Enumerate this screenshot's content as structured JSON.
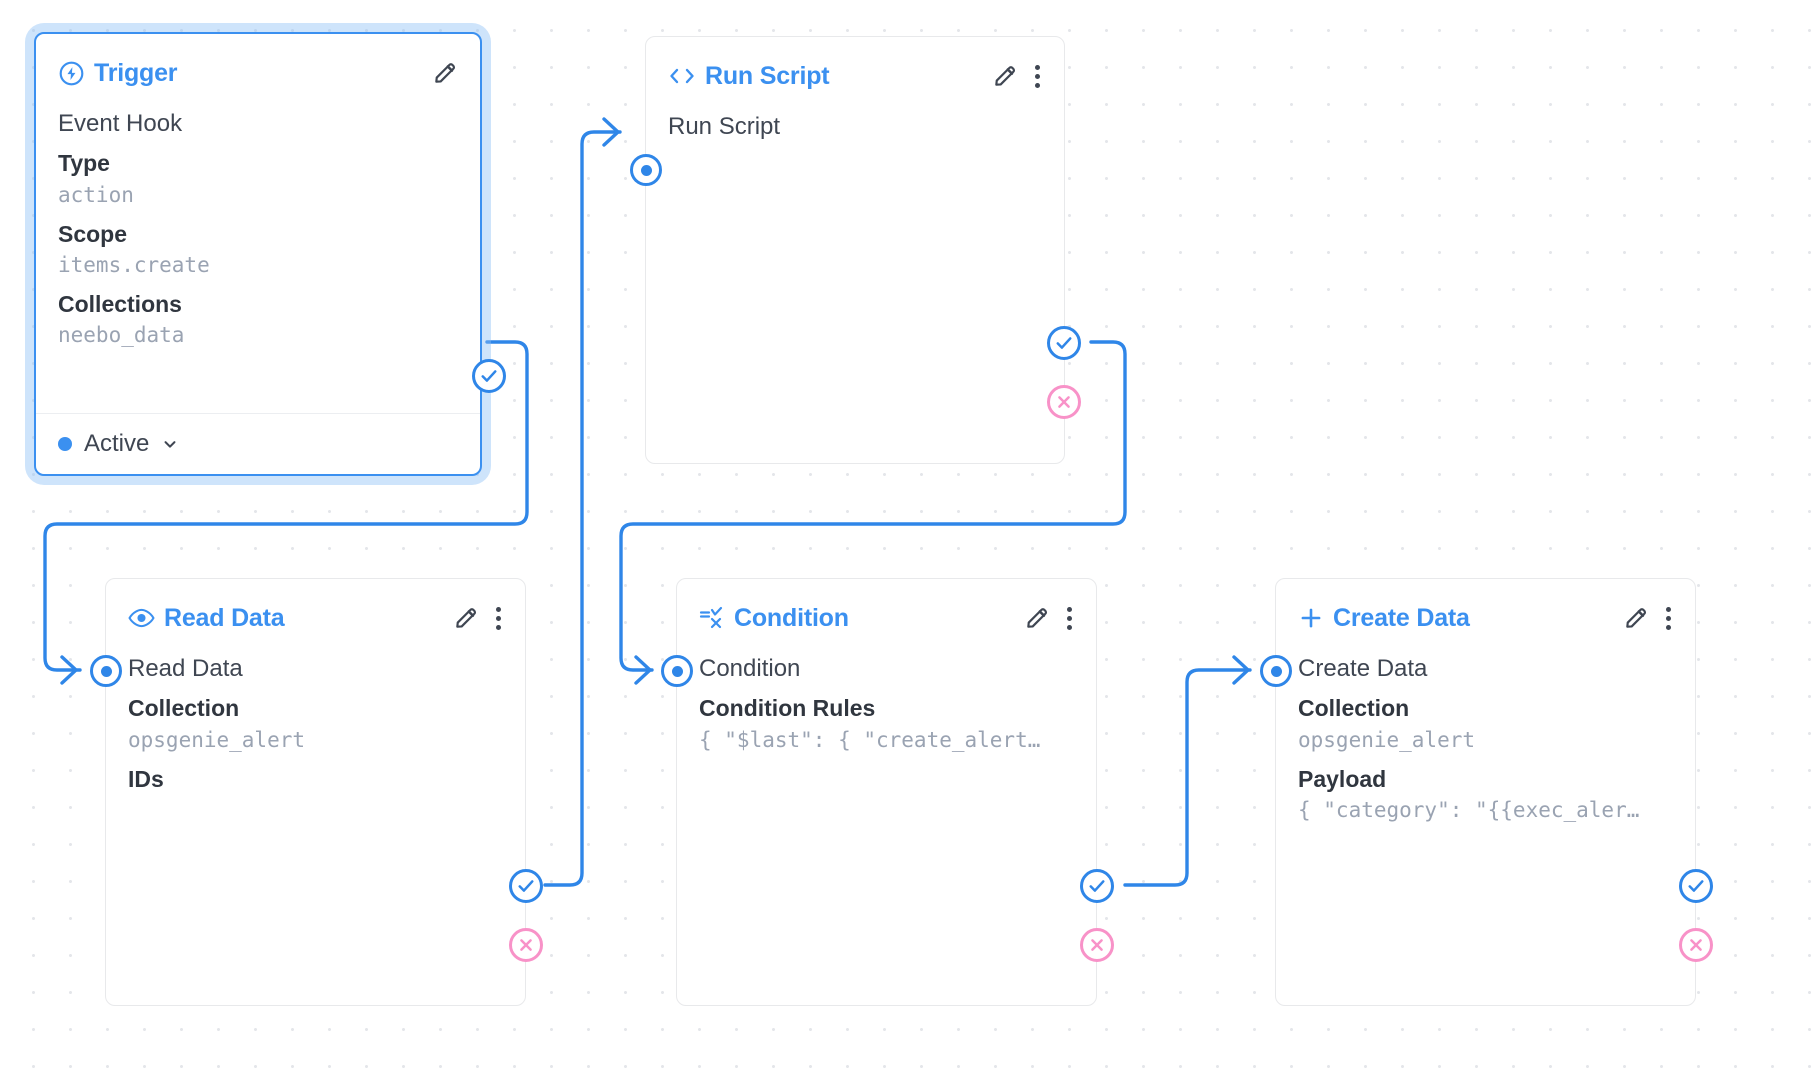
{
  "canvas": {
    "accent_color": "#3b90f0",
    "reject_color": "#f892c8",
    "grid_dot_color": "#e4e6ea",
    "background": "#ffffff"
  },
  "nodes": [
    {
      "id": "trigger",
      "selected": true,
      "icon": "lightning-bolt-circle-icon",
      "title": "Trigger",
      "primary": "Event Hook",
      "fields": [
        {
          "label": "Type",
          "value": "action"
        },
        {
          "label": "Scope",
          "value": "items.create"
        },
        {
          "label": "Collections",
          "value": "neebo_data"
        }
      ],
      "footer": {
        "status": "Active",
        "status_color": "#3b90f0",
        "chevron": "chevron-down-icon"
      },
      "has_menu": false,
      "has_edit": true,
      "has_input": false,
      "has_success": true,
      "has_reject": false
    },
    {
      "id": "run-script",
      "selected": false,
      "icon": "code-brackets-icon",
      "title": "Run Script",
      "primary": "Run Script",
      "fields": [],
      "has_menu": true,
      "has_edit": true,
      "has_input": true,
      "has_success": true,
      "has_reject": true
    },
    {
      "id": "read-data",
      "selected": false,
      "icon": "eye-icon",
      "title": "Read Data",
      "primary": "Read Data",
      "fields": [
        {
          "label": "Collection",
          "value": "opsgenie_alert"
        },
        {
          "label": "IDs",
          "value": ""
        }
      ],
      "has_menu": true,
      "has_edit": true,
      "has_input": true,
      "has_success": true,
      "has_reject": true
    },
    {
      "id": "condition",
      "selected": false,
      "icon": "condition-compare-icon",
      "title": "Condition",
      "primary": "Condition",
      "fields": [
        {
          "label": "Condition Rules",
          "value": "{ \"$last\": { \"create_alert…"
        }
      ],
      "has_menu": true,
      "has_edit": true,
      "has_input": true,
      "has_success": true,
      "has_reject": true
    },
    {
      "id": "create-data",
      "selected": false,
      "icon": "plus-icon",
      "title": "Create Data",
      "primary": "Create Data",
      "fields": [
        {
          "label": "Collection",
          "value": "opsgenie_alert"
        },
        {
          "label": "Payload",
          "value": "{ \"category\": \"{{exec_aler…"
        }
      ],
      "has_menu": true,
      "has_edit": true,
      "has_input": true,
      "has_success": true,
      "has_reject": true
    }
  ],
  "edges": [
    {
      "from": "trigger.success",
      "to": "read-data.input"
    },
    {
      "from": "run-script.success",
      "to": "condition.input"
    },
    {
      "from": "read-data.success",
      "to": "run-script.input"
    },
    {
      "from": "condition.success",
      "to": "create-data.input"
    }
  ]
}
